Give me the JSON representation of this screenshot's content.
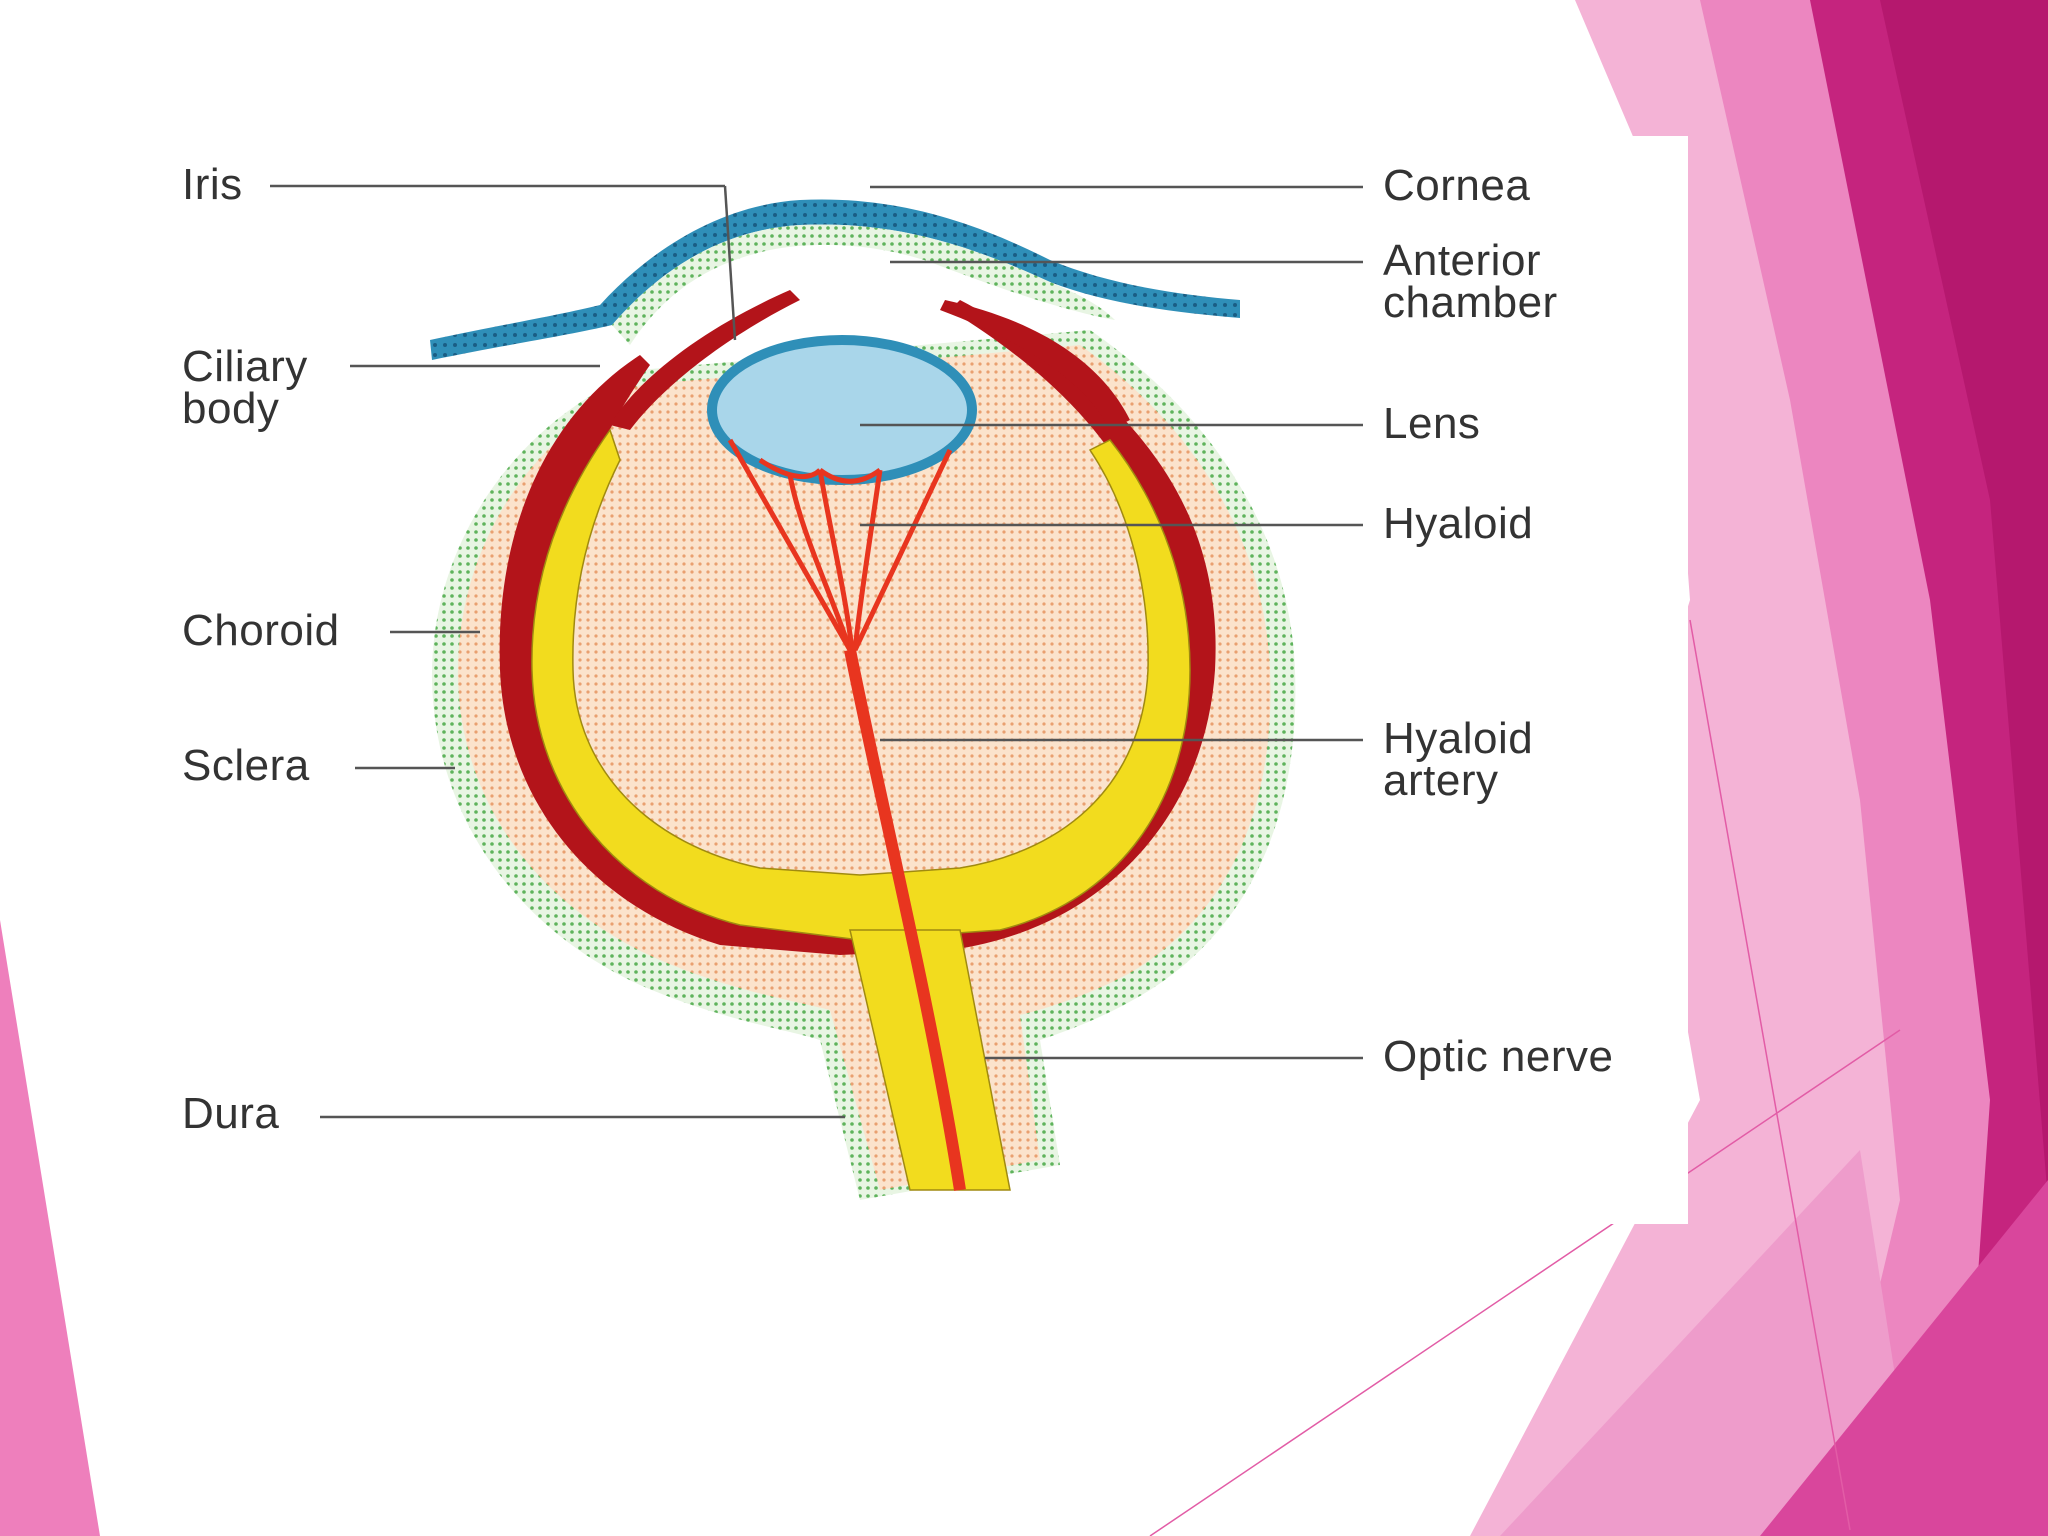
{
  "diagram": {
    "labels_left": {
      "iris": "Iris",
      "ciliary_body": "Ciliary\nbody",
      "choroid": "Choroid",
      "sclera": "Sclera",
      "dura": "Dura"
    },
    "labels_right": {
      "cornea": "Cornea",
      "anterior_chamber": "Anterior\nchamber",
      "lens": "Lens",
      "hyaloid": "Hyaloid",
      "hyaloid_artery": "Hyaloid\nartery",
      "optic_nerve": "Optic nerve"
    }
  },
  "colors": {
    "slide_accent_light": "#f3a6cf",
    "slide_accent_mid": "#e969b0",
    "slide_accent_dark": "#b5186e",
    "cornea_blue": "#2f8fb8",
    "lens_fill": "#a9d6ea",
    "retina_yellow": "#f2dc1e",
    "choroid_red": "#b3141a",
    "artery_red": "#e8351f",
    "sclera_orange": "#f6c9a0",
    "dura_green": "#8cc98a",
    "leader_line": "#555555"
  }
}
